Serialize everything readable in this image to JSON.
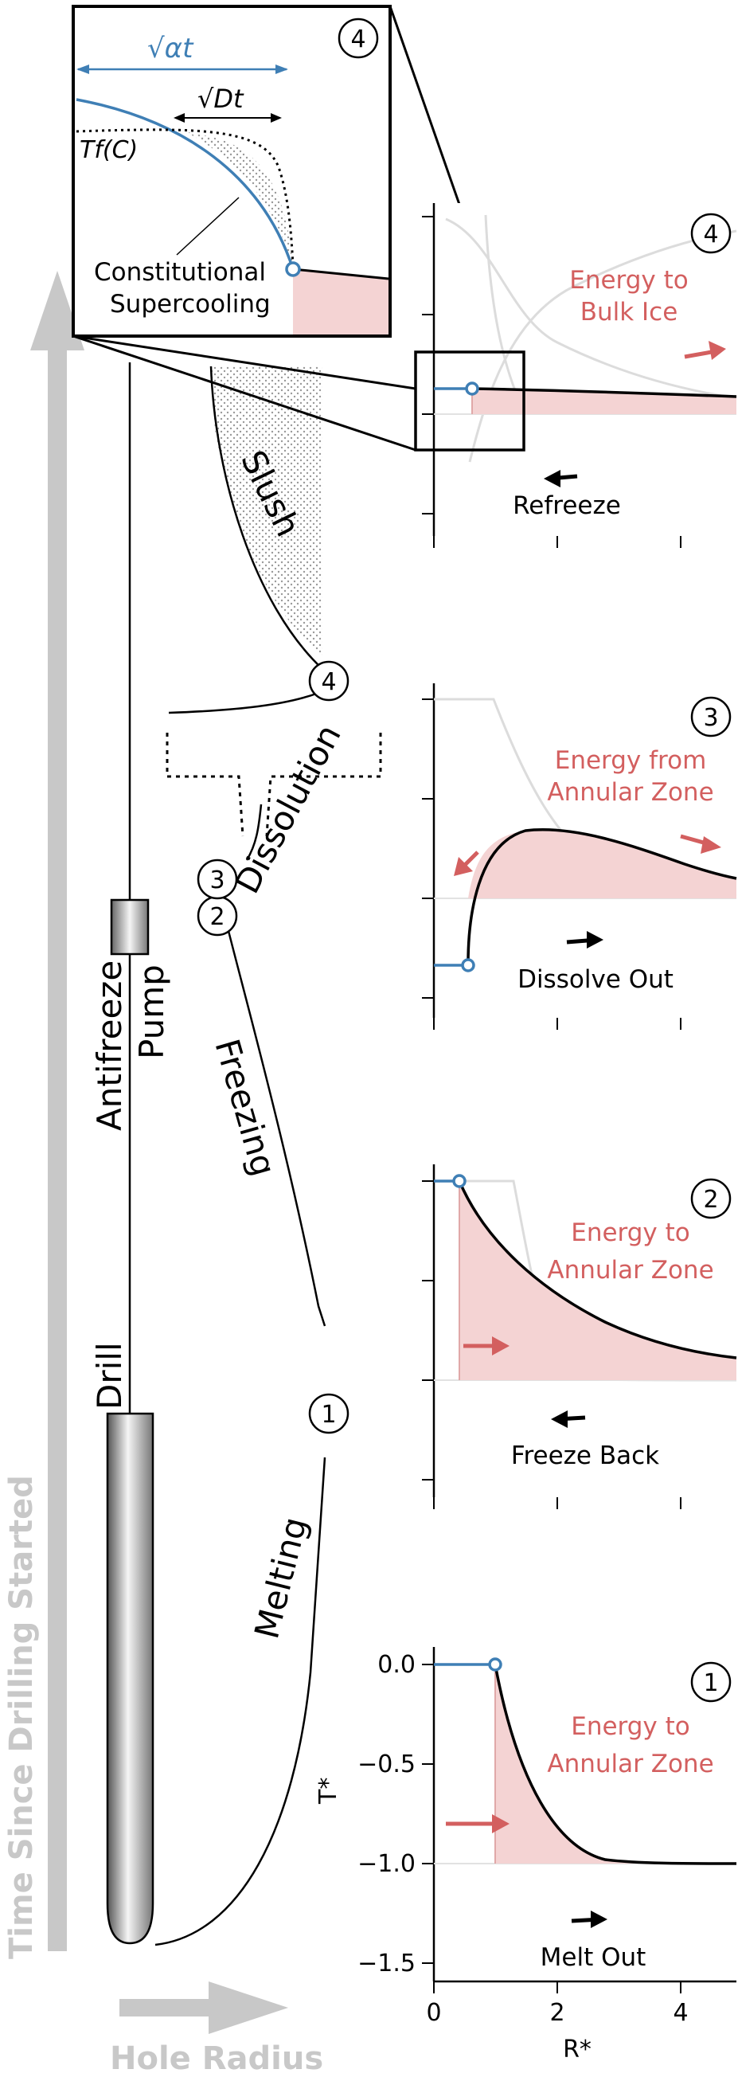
{
  "axes_labels": {
    "vertical": "Time Since Drilling Started",
    "horizontal": "Hole Radius"
  },
  "apparatus": {
    "antifreeze": "Antifreeze",
    "pump": "Pump",
    "drill": "Drill"
  },
  "stages": {
    "melting": "Melting",
    "freezing": "Freezing",
    "dissolution": "Dissolution",
    "slush": "Slush"
  },
  "markers": [
    "1",
    "2",
    "3",
    "4"
  ],
  "inset": {
    "number": "4",
    "alpha_label": "√αt",
    "diffusion_label": "√Dt",
    "freezing_temp_label": "Tf(C)",
    "annotation_line1": "Constitutional",
    "annotation_line2": "Supercooling"
  },
  "panels": [
    {
      "number": "4",
      "energy_line1": "Energy to",
      "energy_line2": "Bulk Ice",
      "motion": "Refreeze"
    },
    {
      "number": "3",
      "energy_line1": "Energy from",
      "energy_line2": "Annular Zone",
      "motion": "Dissolve Out"
    },
    {
      "number": "2",
      "energy_line1": "Energy to",
      "energy_line2": "Annular Zone",
      "motion": "Freeze Back"
    },
    {
      "number": "1",
      "energy_line1": "Energy to",
      "energy_line2": "Annular Zone",
      "motion": "Melt Out"
    }
  ],
  "panel1_axes": {
    "ylabel": "T*",
    "xlabel": "R*",
    "yticks": [
      "0.0",
      "−0.5",
      "−1.0",
      "−1.5"
    ],
    "xticks": [
      "0",
      "2",
      "4"
    ]
  },
  "colors": {
    "energy_red": "#d35f5f",
    "fill_pink": "#f4d3d3",
    "liquid_blue": "#3f7fb5",
    "faint_gray": "#d8d8d8"
  }
}
